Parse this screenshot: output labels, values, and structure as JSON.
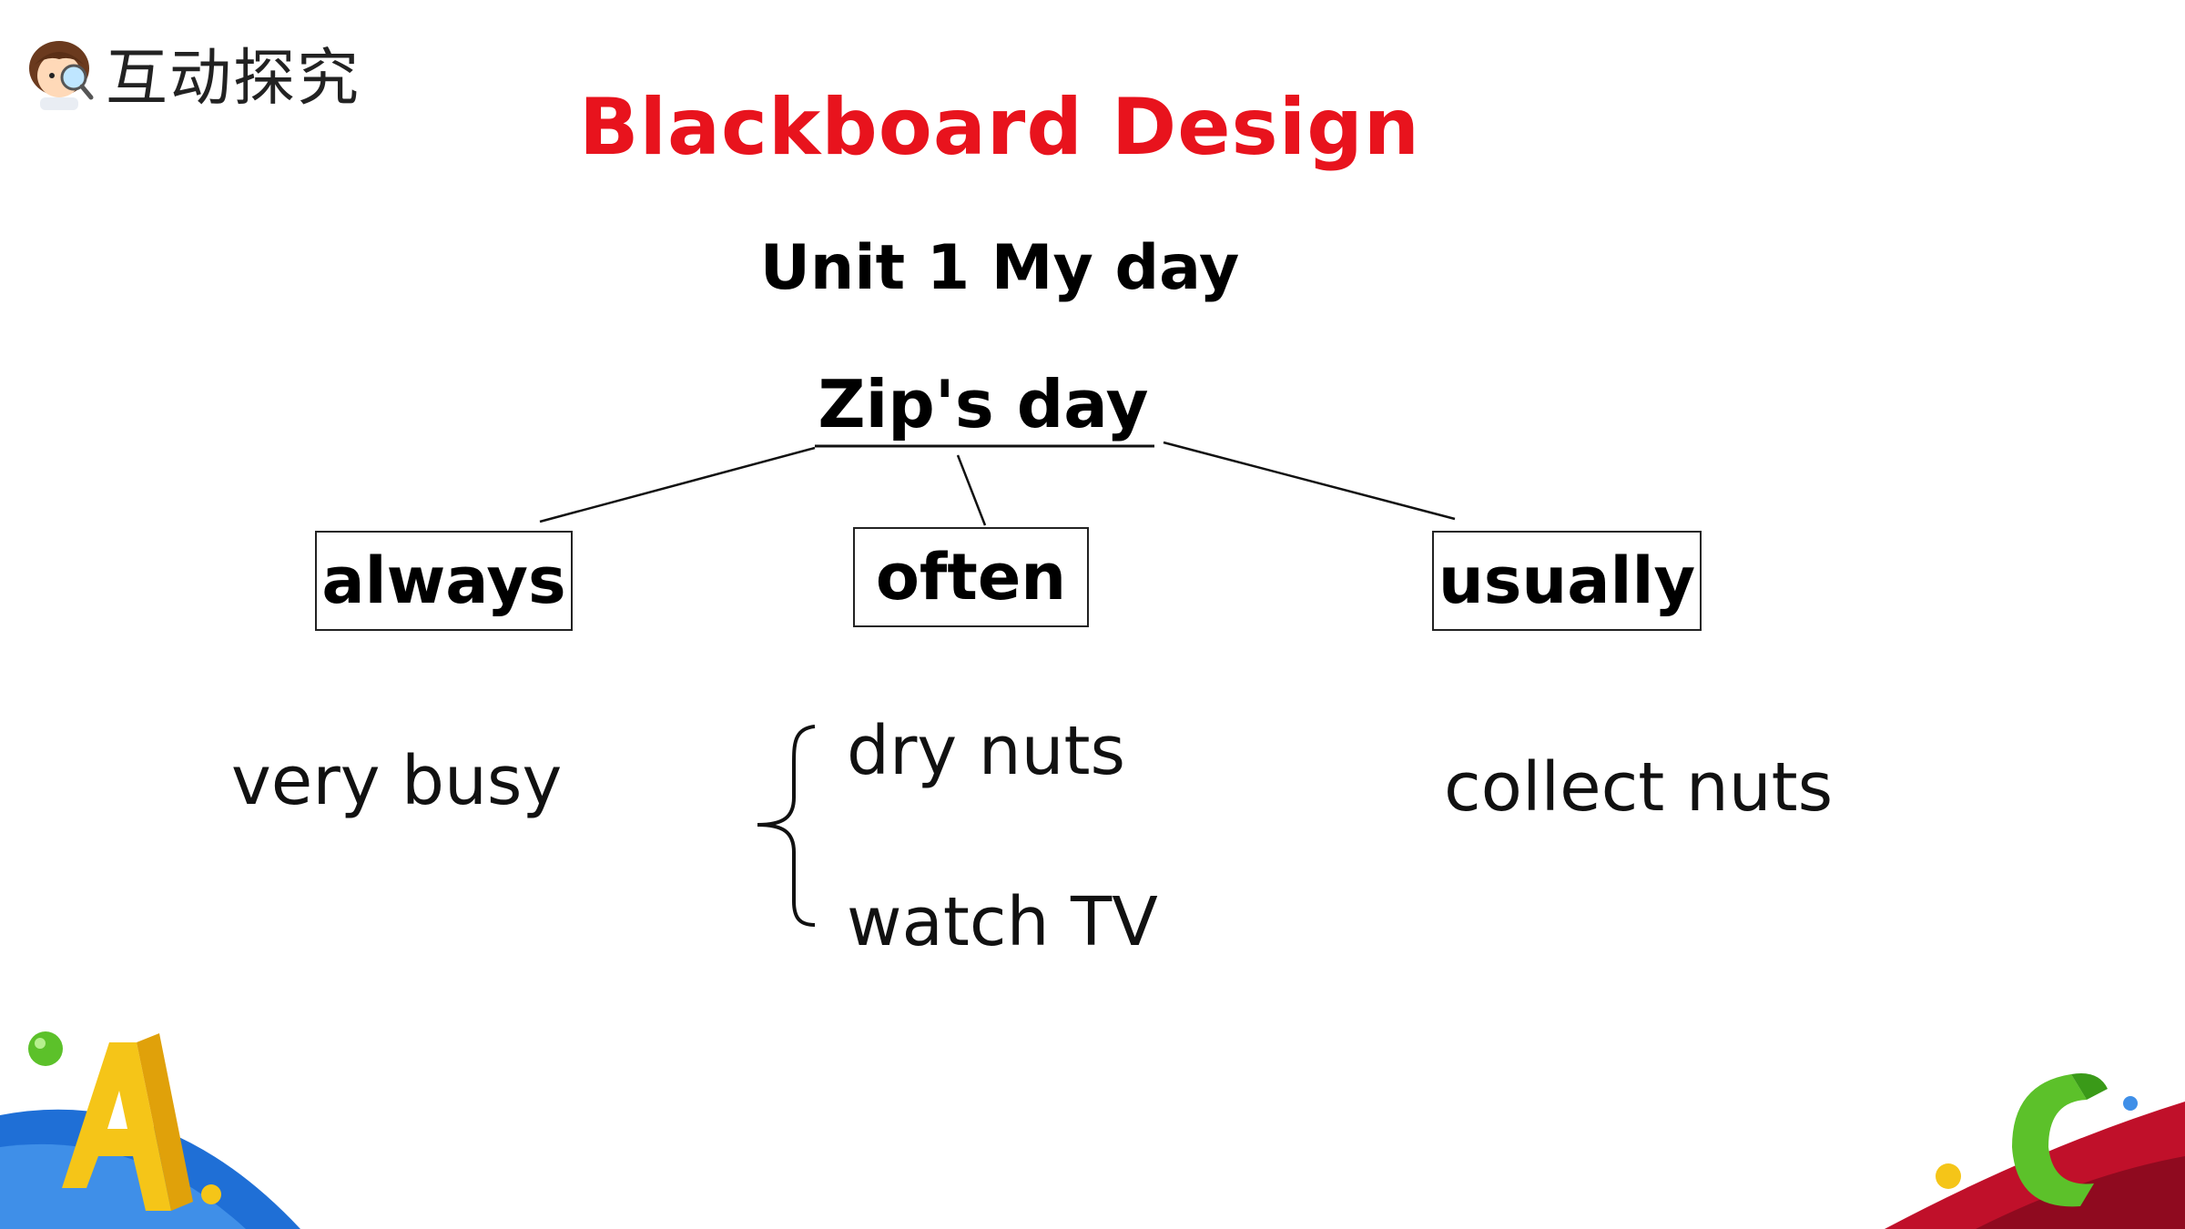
{
  "header": {
    "section_label": "互动探究",
    "icon": "girl-with-magnifier-icon"
  },
  "title": "Blackboard Design",
  "unit_title": "Unit 1 My day",
  "topic": "Zip's day",
  "branches": [
    {
      "word": "always",
      "details": [
        "very busy"
      ]
    },
    {
      "word": "often",
      "details": [
        "dry nuts",
        "watch TV"
      ]
    },
    {
      "word": "usually",
      "details": [
        "collect nuts"
      ]
    }
  ],
  "colors": {
    "title": "#e8131d",
    "text": "#000000",
    "deco_blue": "#1f6fd6",
    "deco_red": "#c0102a",
    "deco_yellow": "#f5c518",
    "deco_green": "#5cc12a"
  },
  "decorations": [
    "letter-a-3d-icon",
    "letter-c-3d-icon"
  ]
}
